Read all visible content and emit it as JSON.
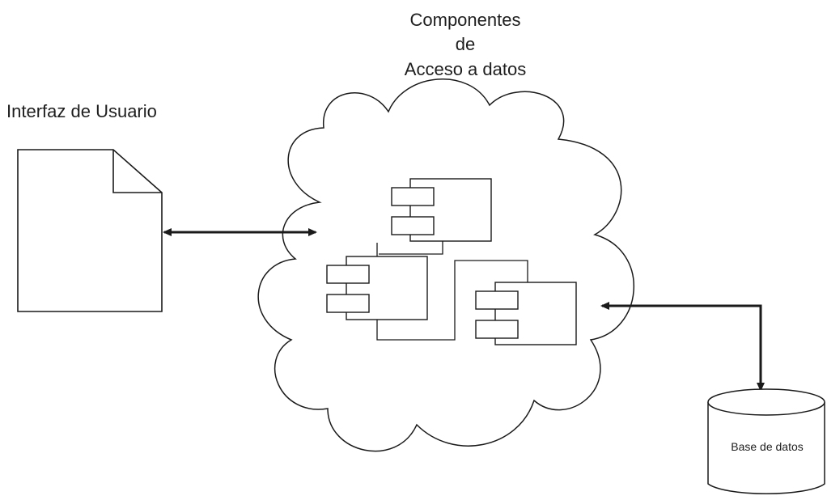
{
  "diagram": {
    "cloud_title_lines": [
      "Componentes",
      "de",
      "Acceso a datos"
    ],
    "ui_label": "Interfaz de Usuario",
    "db_label": "Base de datos"
  },
  "colors": {
    "stroke": "#1a1a1a",
    "background": "#ffffff"
  }
}
